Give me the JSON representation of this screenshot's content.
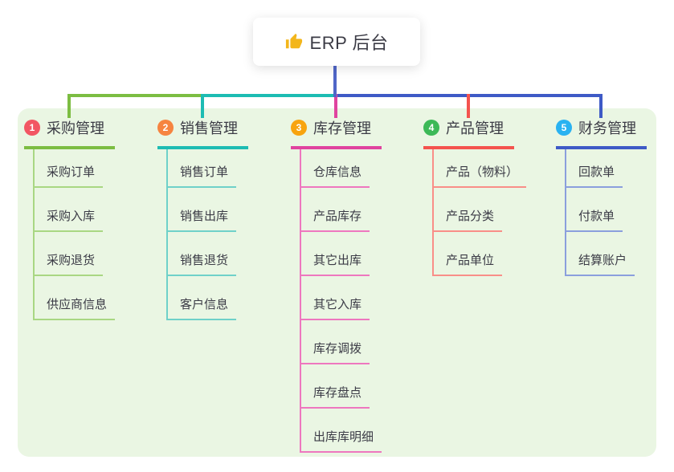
{
  "root": {
    "title": "ERP 后台",
    "icon": "thumbs-up",
    "icon_color": "#f3b61b",
    "connector_color": "#5066c8"
  },
  "canvas": {
    "panel_bg": "#eaf6e3",
    "text_color": "#3b3b46"
  },
  "branches": [
    {
      "number": "1",
      "label": "采购管理",
      "badge_color": "#f25663",
      "line_color": "#7cbd42",
      "child_line_color": "#a9d783",
      "children": [
        "采购订单",
        "采购入库",
        "采购退货",
        "供应商信息"
      ]
    },
    {
      "number": "2",
      "label": "销售管理",
      "badge_color": "#f68440",
      "line_color": "#1dbcb3",
      "child_line_color": "#6fd1c9",
      "children": [
        "销售订单",
        "销售出库",
        "销售退货",
        "客户信息"
      ]
    },
    {
      "number": "3",
      "label": "库存管理",
      "badge_color": "#f8a40e",
      "line_color": "#e0439f",
      "child_line_color": "#ee77bf",
      "children": [
        "仓库信息",
        "产品库存",
        "其它出库",
        "其它入库",
        "库存调拨",
        "库存盘点",
        "出库库明细"
      ]
    },
    {
      "number": "4",
      "label": "产品管理",
      "badge_color": "#3cb957",
      "line_color": "#f4534e",
      "child_line_color": "#f98e88",
      "children": [
        "产品（物料）",
        "产品分类",
        "产品单位"
      ]
    },
    {
      "number": "5",
      "label": "财务管理",
      "badge_color": "#29b2f1",
      "line_color": "#3e5ac6",
      "child_line_color": "#8b9fdd",
      "children": [
        "回款单",
        "付款单",
        "结算账户"
      ]
    }
  ]
}
